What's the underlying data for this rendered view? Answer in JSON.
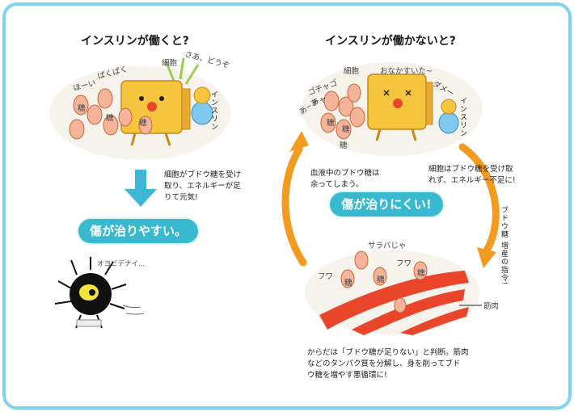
{
  "left": {
    "title": "インスリンが働くと?",
    "bubble_sounds": [
      "ほーい",
      "ぱくぱく",
      "さあ、どうぞ"
    ],
    "cell_label": "細胞",
    "insulin_label": "インスリン",
    "sugar_char": "糖",
    "explanation": "細胞がブドウ糖を受け\n取り、エネルギーが足\nりて元気!",
    "result": "傷が治りやすい。",
    "weak_text": "オヨビデナイ..."
  },
  "right": {
    "title": "インスリンが働かないと?",
    "cell_label": "細胞",
    "hungry_text": "おなかすいた~",
    "noise_text": "ゴチャゴチャ",
    "ah_text": "あ~あ",
    "gate_text": "ダメー",
    "insulin_label": "インスリン",
    "sugar_char": "糖",
    "blood_text": "血液中のブドウ糖は\n余ってしまう。",
    "cell_text": "細胞はブドウ糖を受け取\nれず、エネルギー不足に!",
    "result": "傷が治りにくい!",
    "command_text": "ブドウ糖\n増産の指令!",
    "sarasara_text": "サラバじゃ",
    "fuwa_text": "フワ",
    "muscle_label": "筋肉",
    "bottom_text": "からだは「ブドウ糖が足りない」と判断。筋肉\nなどのタンパク質を分解し、身を削ってブド\nウ糖を増やす悪循環に!"
  },
  "colors": {
    "frame": "#7fd3ee",
    "pill": "#39b9cf",
    "arrow_orange": "#f29b1f",
    "arrow_blue": "#3eb7d6",
    "muscle_red": "#e8452a",
    "cell_yellow": "#f5c53d"
  }
}
